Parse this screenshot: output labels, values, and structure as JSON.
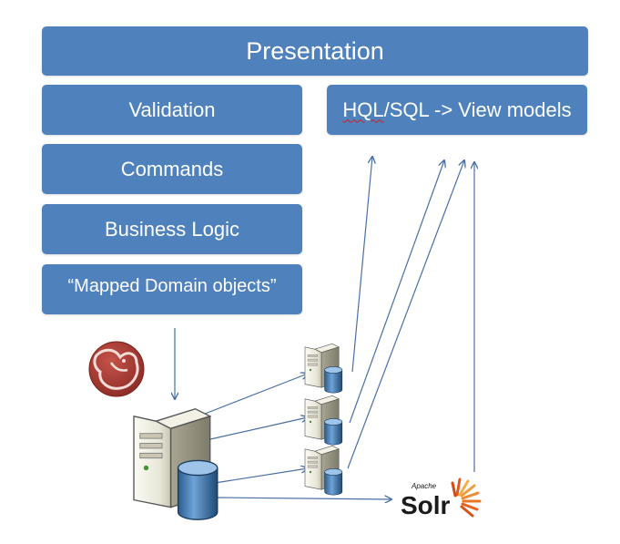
{
  "layers": {
    "presentation": "Presentation",
    "validation": "Validation",
    "commands": "Commands",
    "business_logic": "Business Logic",
    "mapped_domain_objects": "“Mapped Domain objects”"
  },
  "query_side": {
    "hql_part": "HQL",
    "rest": "/SQL -> View models"
  },
  "solr": {
    "apache": "Apache",
    "name": "Solr"
  },
  "colors": {
    "box_fill": "#4f81bd",
    "arrow": "#4a6fa5",
    "solr_text": "#1a1a1a",
    "solr_rays": "#e87722",
    "nhibernate_logo": "#a33a3a"
  },
  "icons": {
    "main_server": "server-database-icon",
    "replica_servers": "server-database-icon",
    "orm_logo": "nhibernate-logo",
    "search_logo": "solr-logo"
  }
}
